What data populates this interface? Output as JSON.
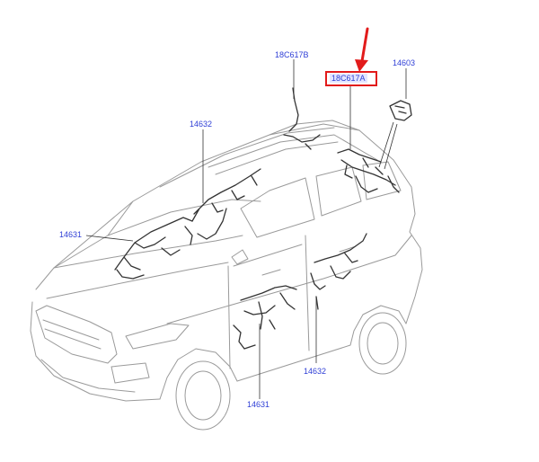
{
  "labels": {
    "top_center": "18C617B",
    "highlighted": "18C617A",
    "top_right": "14603",
    "upper_left": "14632",
    "mid_left": "14631",
    "lower_right": "14632",
    "bottom_center": "14631"
  },
  "colors": {
    "label_text": "#2f3fd6",
    "highlight_border": "#e21b1b",
    "pointer_arrow": "#e21b1b",
    "line_art": "#333333",
    "car_outline": "#9a9a9a"
  },
  "icons": {
    "pointer": "red-down-arrow"
  }
}
